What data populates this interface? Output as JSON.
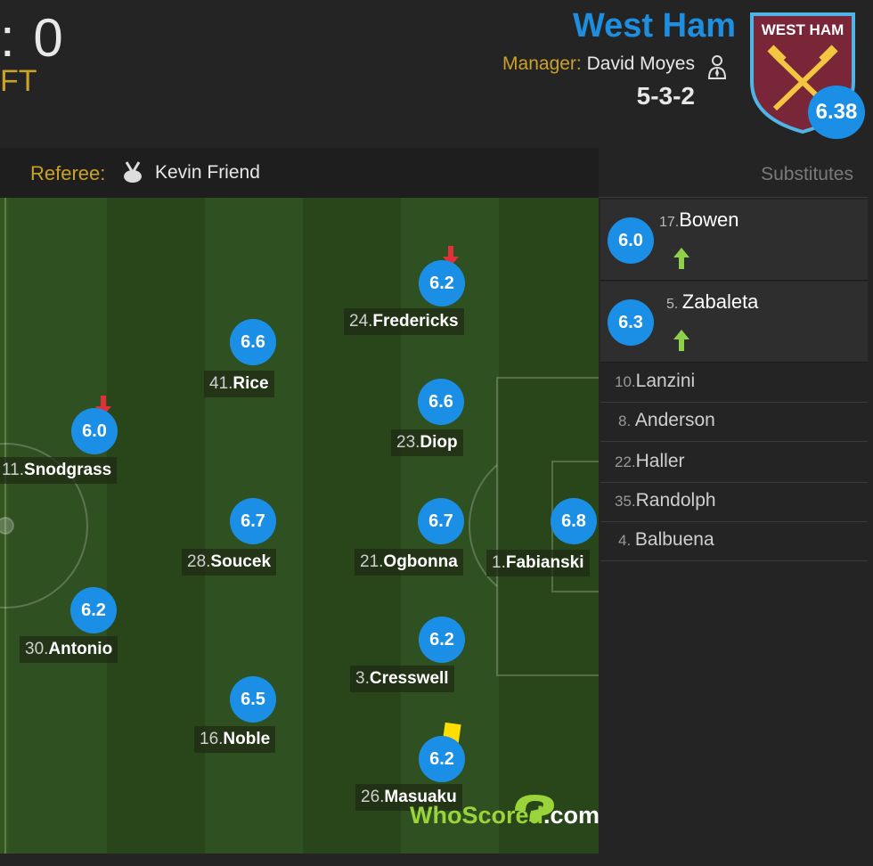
{
  "match": {
    "score": ": 0",
    "status": "FT"
  },
  "team": {
    "name": "West Ham",
    "manager_label": "Manager:",
    "manager": "David Moyes",
    "formation": "5-3-2",
    "rating": "6.38",
    "crest_text": "WEST HAM"
  },
  "referee": {
    "label": "Referee:",
    "name": "Kevin Friend"
  },
  "players": [
    {
      "num": "24.",
      "name": "Fredericks",
      "rating": "6.2",
      "subbed_off": true
    },
    {
      "num": "41.",
      "name": "Rice",
      "rating": "6.6"
    },
    {
      "num": "23.",
      "name": "Diop",
      "rating": "6.6"
    },
    {
      "num": "11.",
      "name": "Snodgrass",
      "rating": "6.0",
      "subbed_off": true
    },
    {
      "num": "28.",
      "name": "Soucek",
      "rating": "6.7"
    },
    {
      "num": "21.",
      "name": "Ogbonna",
      "rating": "6.7"
    },
    {
      "num": "1. ",
      "name": "Fabianski",
      "rating": "6.8"
    },
    {
      "num": "30.",
      "name": "Antonio",
      "rating": "6.2"
    },
    {
      "num": "3. ",
      "name": "Cresswell",
      "rating": "6.2"
    },
    {
      "num": "16.",
      "name": "Noble",
      "rating": "6.5"
    },
    {
      "num": "26.",
      "name": "Masuaku",
      "rating": "6.2",
      "yellow_card": true
    }
  ],
  "substitutes": {
    "header": "Substitutes",
    "used": [
      {
        "num": "17.",
        "name": "Bowen",
        "rating": "6.0"
      },
      {
        "num": "5. ",
        "name": "Zabaleta",
        "rating": "6.3"
      }
    ],
    "unused": [
      {
        "num": "10.",
        "name": "Lanzini"
      },
      {
        "num": "8. ",
        "name": "Anderson"
      },
      {
        "num": "22.",
        "name": "Haller"
      },
      {
        "num": "35.",
        "name": "Randolph"
      },
      {
        "num": "4. ",
        "name": "Balbuena"
      }
    ]
  },
  "brand": {
    "who": "WhoScored",
    "dot": ".com"
  },
  "icons": {
    "manager": "manager-icon",
    "referee": "whistle-icon",
    "sub_off": "arrow-down-icon",
    "sub_on": "arrow-up-icon",
    "card": "yellow-card-icon"
  },
  "colors": {
    "rating_bubble": "#1b8fe6",
    "team_name": "#1e8fe0",
    "label_gold": "#c9a227",
    "pitch_dark": "#2a4a1c",
    "pitch_light": "#33561f"
  }
}
